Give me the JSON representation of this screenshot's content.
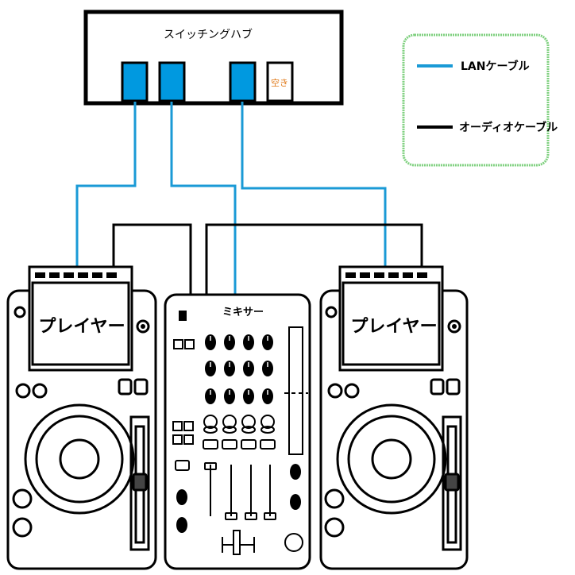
{
  "switch": {
    "title": "スイッチングハブ",
    "empty_port_label": "空き"
  },
  "legend": {
    "lan_label": "LANケーブル",
    "audio_label": "オーディオケーブル",
    "lan_color": "#1a9ad6",
    "audio_color": "#000000",
    "border_color": "#7fd07f"
  },
  "devices": {
    "left_player_label": "プレイヤー",
    "mixer_label": "ミキサー",
    "right_player_label": "プレイヤー"
  },
  "colors": {
    "port_fill": "#0099e0"
  }
}
